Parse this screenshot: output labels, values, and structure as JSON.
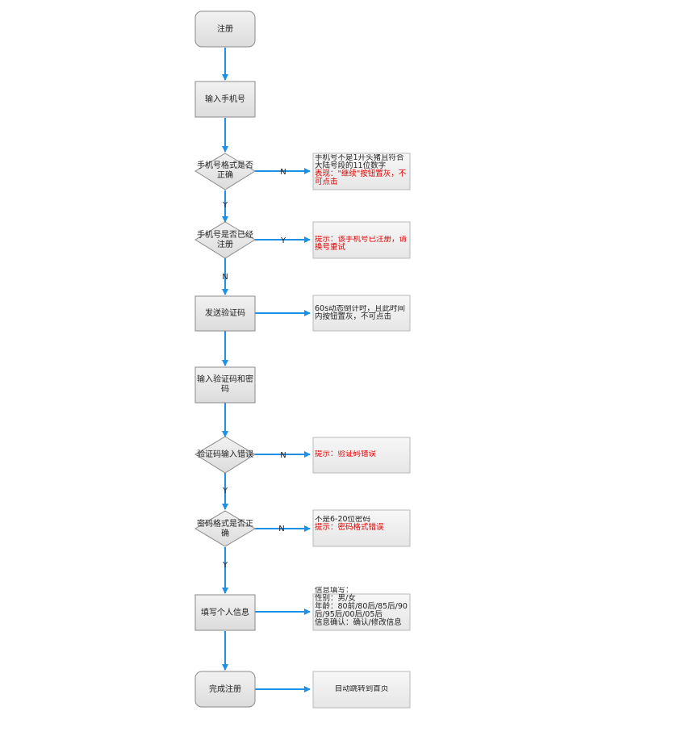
{
  "nodes": {
    "register": "注册",
    "input_phone": "输入手机号",
    "phone_format_l1": "手机号格式是否",
    "phone_format_l2": "正确",
    "phone_registered_l1": "手机号是否已经",
    "phone_registered_l2": "注册",
    "send_code": "发送验证码",
    "input_code_l1": "输入验证码和密",
    "input_code_l2": "码",
    "code_error": "验证码输入错误",
    "pwd_format_l1": "密码格式是否正",
    "pwd_format_l2": "确",
    "fill_info": "填写个人信息",
    "finish": "完成注册"
  },
  "edge_labels": {
    "phone_format_no": "N",
    "phone_format_yes": "Y",
    "phone_registered_yes": "Y",
    "phone_registered_no": "N",
    "code_error_no": "N",
    "code_error_yes": "Y",
    "pwd_format_no": "N",
    "pwd_format_yes": "Y"
  },
  "notes": {
    "phone_format": {
      "line1": "手机号不是1开头猪且符合",
      "line2": "大陆号段的11位数字",
      "line3": "表现：\"继续\"按钮置灰，不",
      "line4": "可点击"
    },
    "phone_registered": {
      "line1": "提示：该手机号已注册，请",
      "line2": "换号重试"
    },
    "send_code": {
      "line1": "60s动态倒计时，且此时间",
      "line2": "内按钮置灰，不可点击"
    },
    "code_error": {
      "line1": "提示：验证码错误"
    },
    "pwd_format": {
      "line1": "不是6-20位密码",
      "line2": "提示：密码格式错误"
    },
    "fill_info": {
      "line1": "信息填写：",
      "line2": "性别：男/女",
      "line3": "年龄：80前/80后/85后/90",
      "line4": "后/95后/00后/05后",
      "line5": "信息确认：确认/修改信息"
    },
    "finish": {
      "line1": "自动跳转到首页"
    }
  },
  "colors": {
    "arrow": "#1e90e6",
    "node_fill": "#e6e6e6",
    "node_stroke": "#8a8a8a",
    "warning_text": "#e00000"
  }
}
